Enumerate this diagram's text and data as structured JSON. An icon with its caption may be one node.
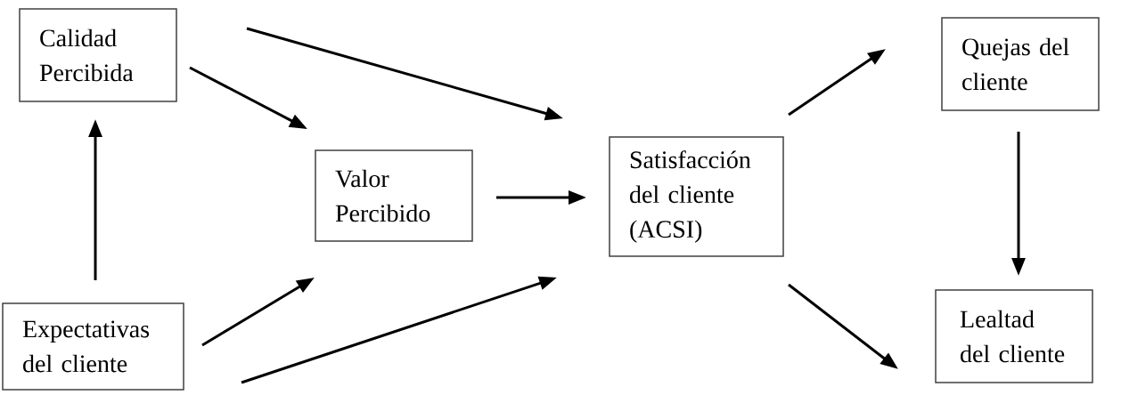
{
  "diagram": {
    "nodes": [
      {
        "text": [
          "Calidad Percibida"
        ]
      },
      {
        "text": [
          "Expectativas del cliente"
        ]
      },
      {
        "text": [
          "Valor Percibido"
        ]
      },
      {
        "text": [
          "Satisfacción del cliente (ACSI)"
        ]
      },
      {
        "text": [
          "Quejas del cliente"
        ]
      },
      {
        "text": [
          "Lealtad del cliente"
        ]
      }
    ],
    "edges": [
      {
        "from": 1,
        "to": 0,
        "arrow": "to"
      },
      {
        "from": 0,
        "to": 2,
        "arrow": "to"
      },
      {
        "from": 0,
        "to": 3,
        "arrow": "to"
      },
      {
        "from": 1,
        "to": 2,
        "arrow": "to"
      },
      {
        "from": 1,
        "to": 3,
        "arrow": "to"
      },
      {
        "from": 2,
        "to": 3,
        "arrow": "to"
      },
      {
        "from": 3,
        "to": 4,
        "arrow": "to"
      },
      {
        "from": 3,
        "to": 5,
        "arrow": "to"
      },
      {
        "from": 4,
        "to": 5,
        "arrow": "to"
      }
    ]
  }
}
